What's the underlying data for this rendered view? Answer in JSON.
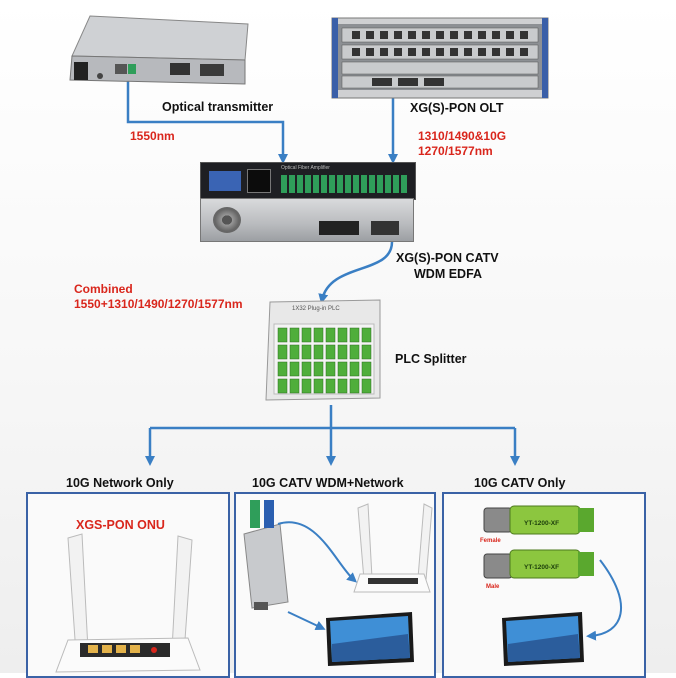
{
  "labels": {
    "optical_transmitter": "Optical transmitter",
    "olt": "XG(S)-PON OLT",
    "wavelength_1550": "1550nm",
    "wavelength_multi_1": "1310/1490&10G",
    "wavelength_multi_2": "1270/1577nm",
    "edfa_1": "XG(S)-PON CATV",
    "edfa_2": "WDM EDFA",
    "combined_1": "Combined",
    "combined_2": "1550+1310/1490/1270/1577nm",
    "plc_splitter": "PLC Splitter",
    "plc_device_text": "1X32 Plug-in PLC",
    "edfa_device_text": "Optical Fiber Amplifier"
  },
  "outputs": [
    {
      "heading": "10G Network Only",
      "sub_label": "XGS-PON ONU"
    },
    {
      "heading": "10G CATV WDM+Network"
    },
    {
      "heading": "10G CATV Only",
      "female_label": "Female",
      "male_label": "Male",
      "device_text": "YT-1200-XF"
    }
  ],
  "colors": {
    "arrow": "#3a7fc4",
    "box_border": "#3a62a6",
    "accent_red": "#d9261c",
    "sfp_green": "#2f9e5a",
    "adapter_green": "#4fae3b"
  }
}
